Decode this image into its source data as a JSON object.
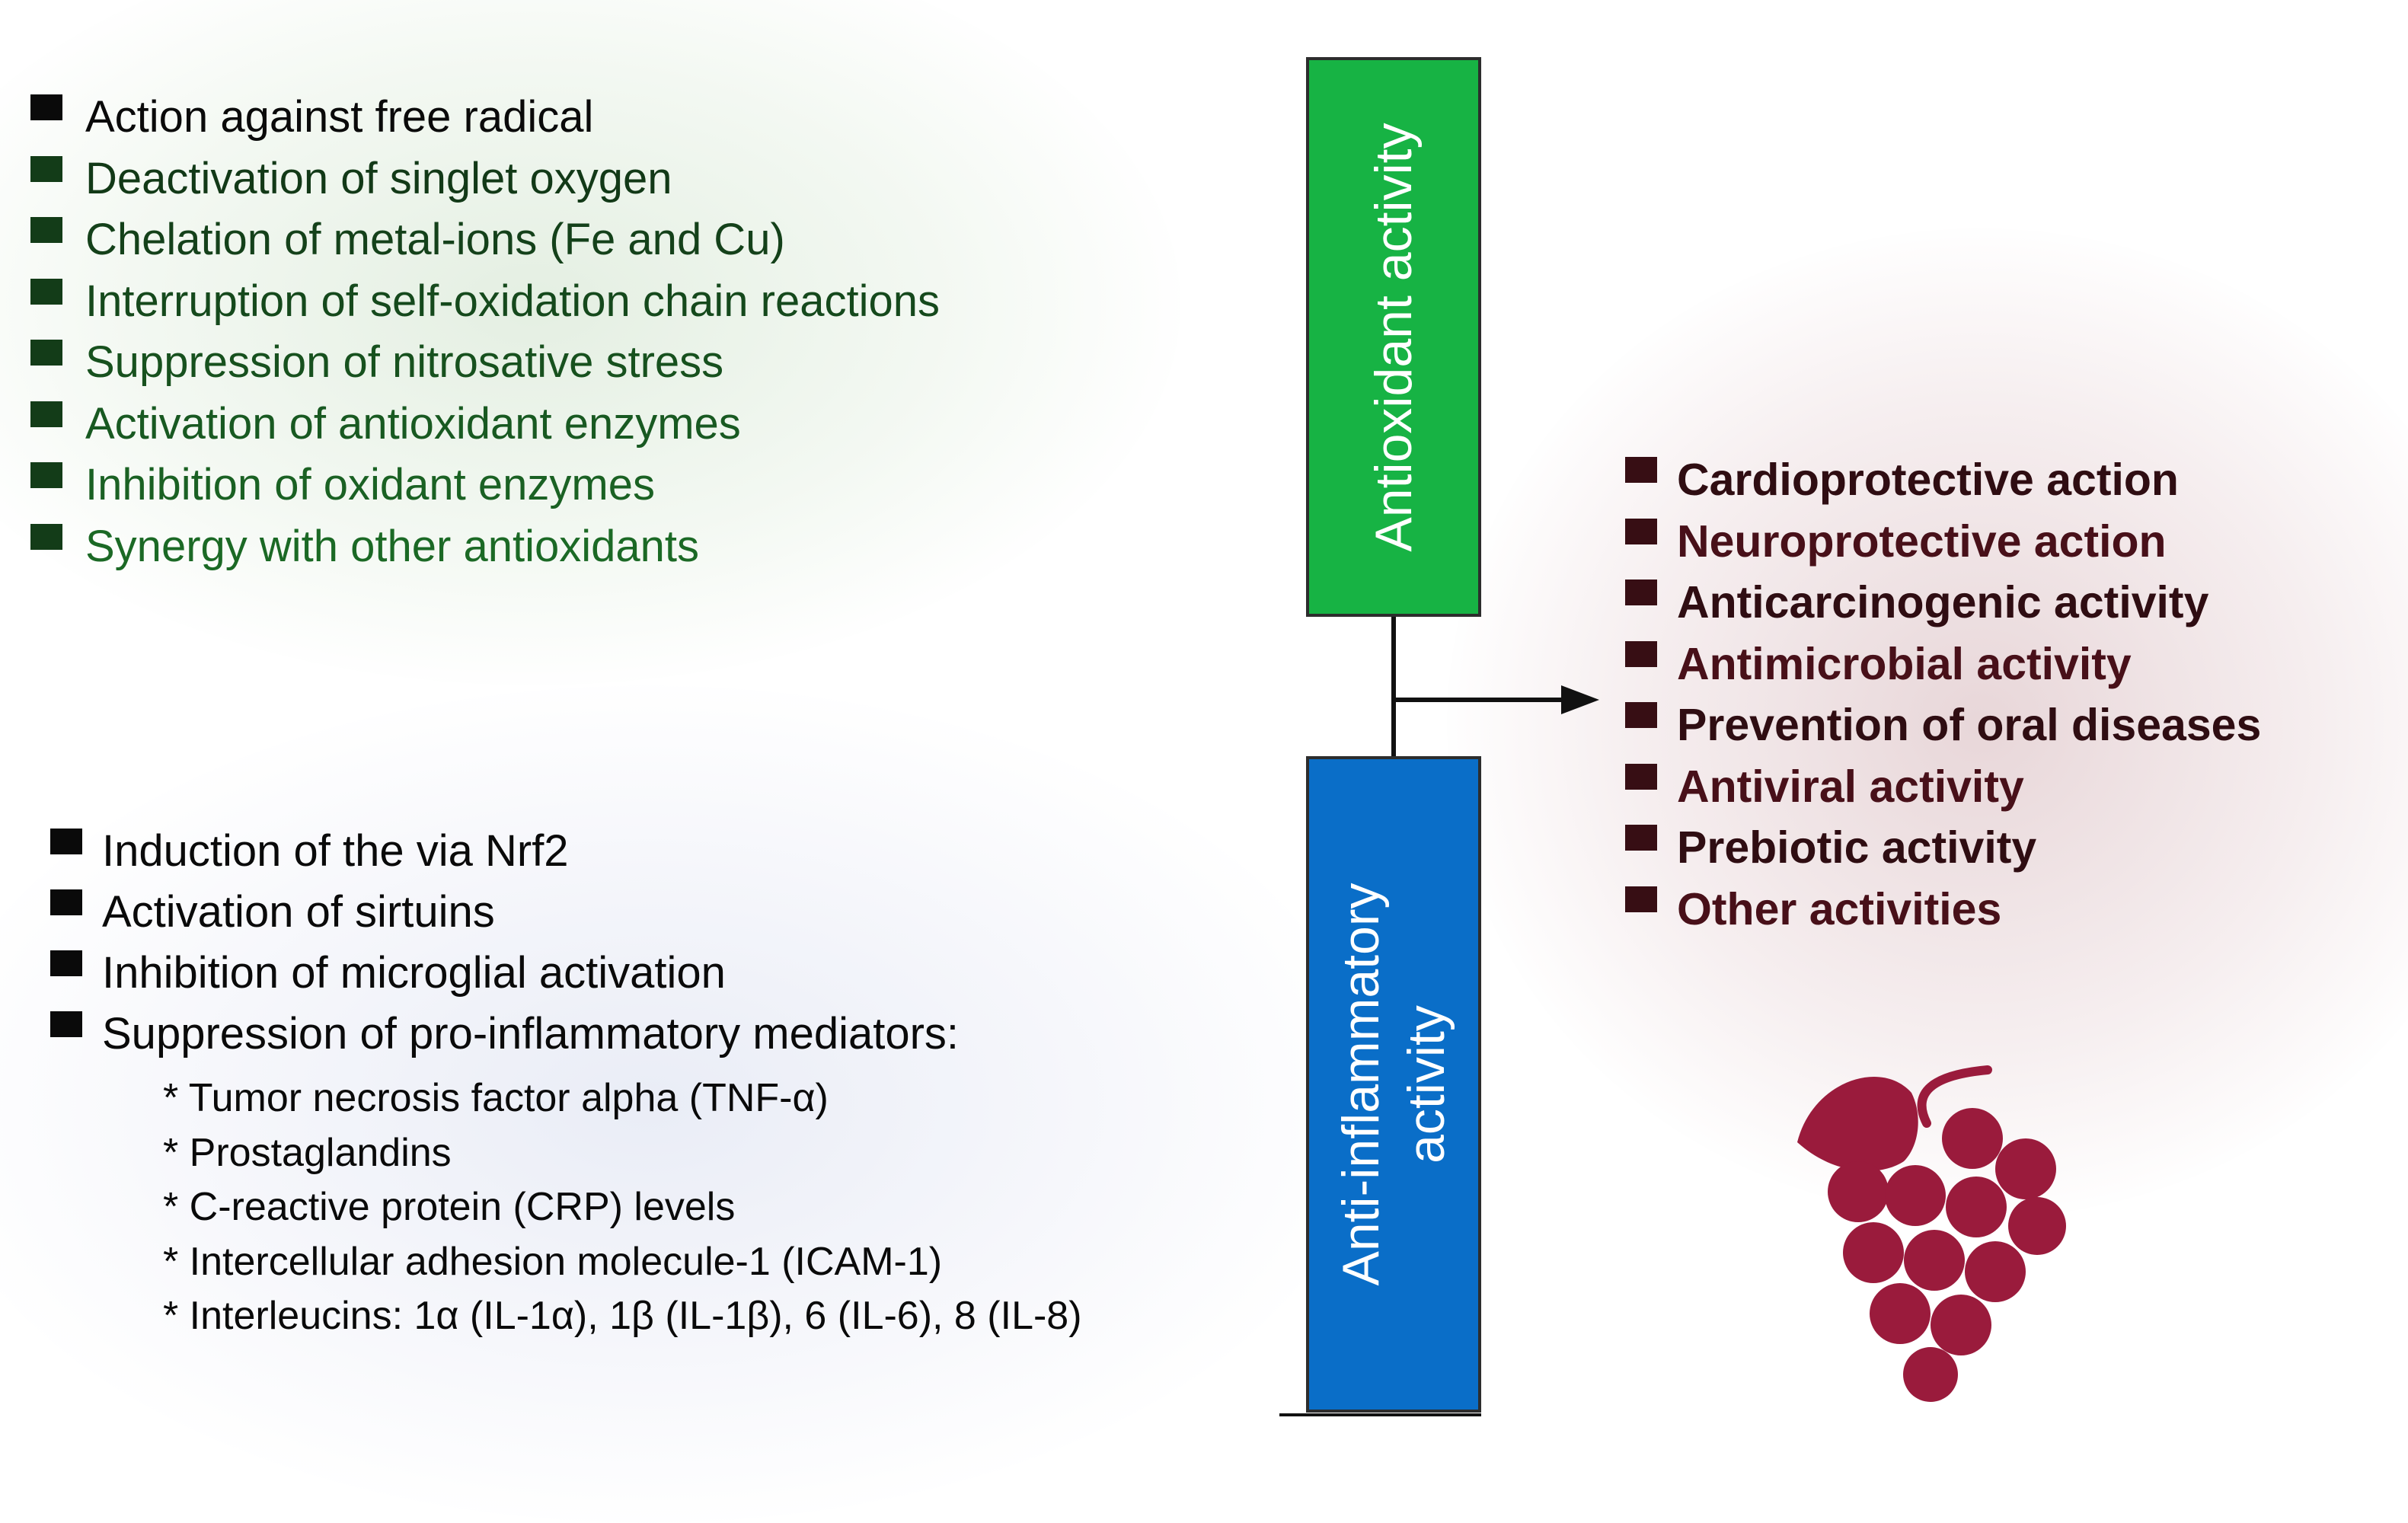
{
  "antioxidant": {
    "title": "Antioxidant activity",
    "box_color": "#17b344",
    "items": [
      "Action against free radical",
      "Deactivation of singlet oxygen",
      "Chelation of metal-ions (Fe and Cu)",
      "Interruption of self-oxidation chain reactions",
      "Suppression of nitrosative stress",
      "Activation of antioxidant enzymes",
      "Inhibition of oxidant enzymes",
      "Synergy with other antioxidants"
    ]
  },
  "anti_inflammatory": {
    "title_line1": "Anti-inflammatory",
    "title_line2": "activity",
    "box_color": "#0a6ec8",
    "items": [
      "Induction of the via Nrf2",
      "Activation of sirtuins",
      "Inhibition of microglial activation",
      "Suppression of pro-inflammatory mediators:"
    ],
    "mediators": [
      "* Tumor necrosis factor alpha (TNF-α)",
      "* Prostaglandins",
      "* C-reactive protein (CRP) levels",
      "* Intercellular adhesion molecule-1 (ICAM-1)",
      "* Interleucins: 1α (IL-1α), 1β (IL-1β), 6 (IL-6), 8 (IL-8)"
    ]
  },
  "effects": {
    "items": [
      "Cardioprotective action",
      "Neuroprotective action",
      "Anticarcinogenic activity",
      "Antimicrobial activity",
      "Prevention of oral diseases",
      "Antiviral activity",
      "Prebiotic activity",
      "Other activities"
    ]
  },
  "colors": {
    "green_text_dark": "#0a0a0a",
    "green_text_accent": "#1e7a2a",
    "red_text_dark": "#1a0a0c",
    "red_text_accent": "#6e1423",
    "grape": "#9a1b3c"
  },
  "icons": {
    "grape": "grape-icon"
  }
}
